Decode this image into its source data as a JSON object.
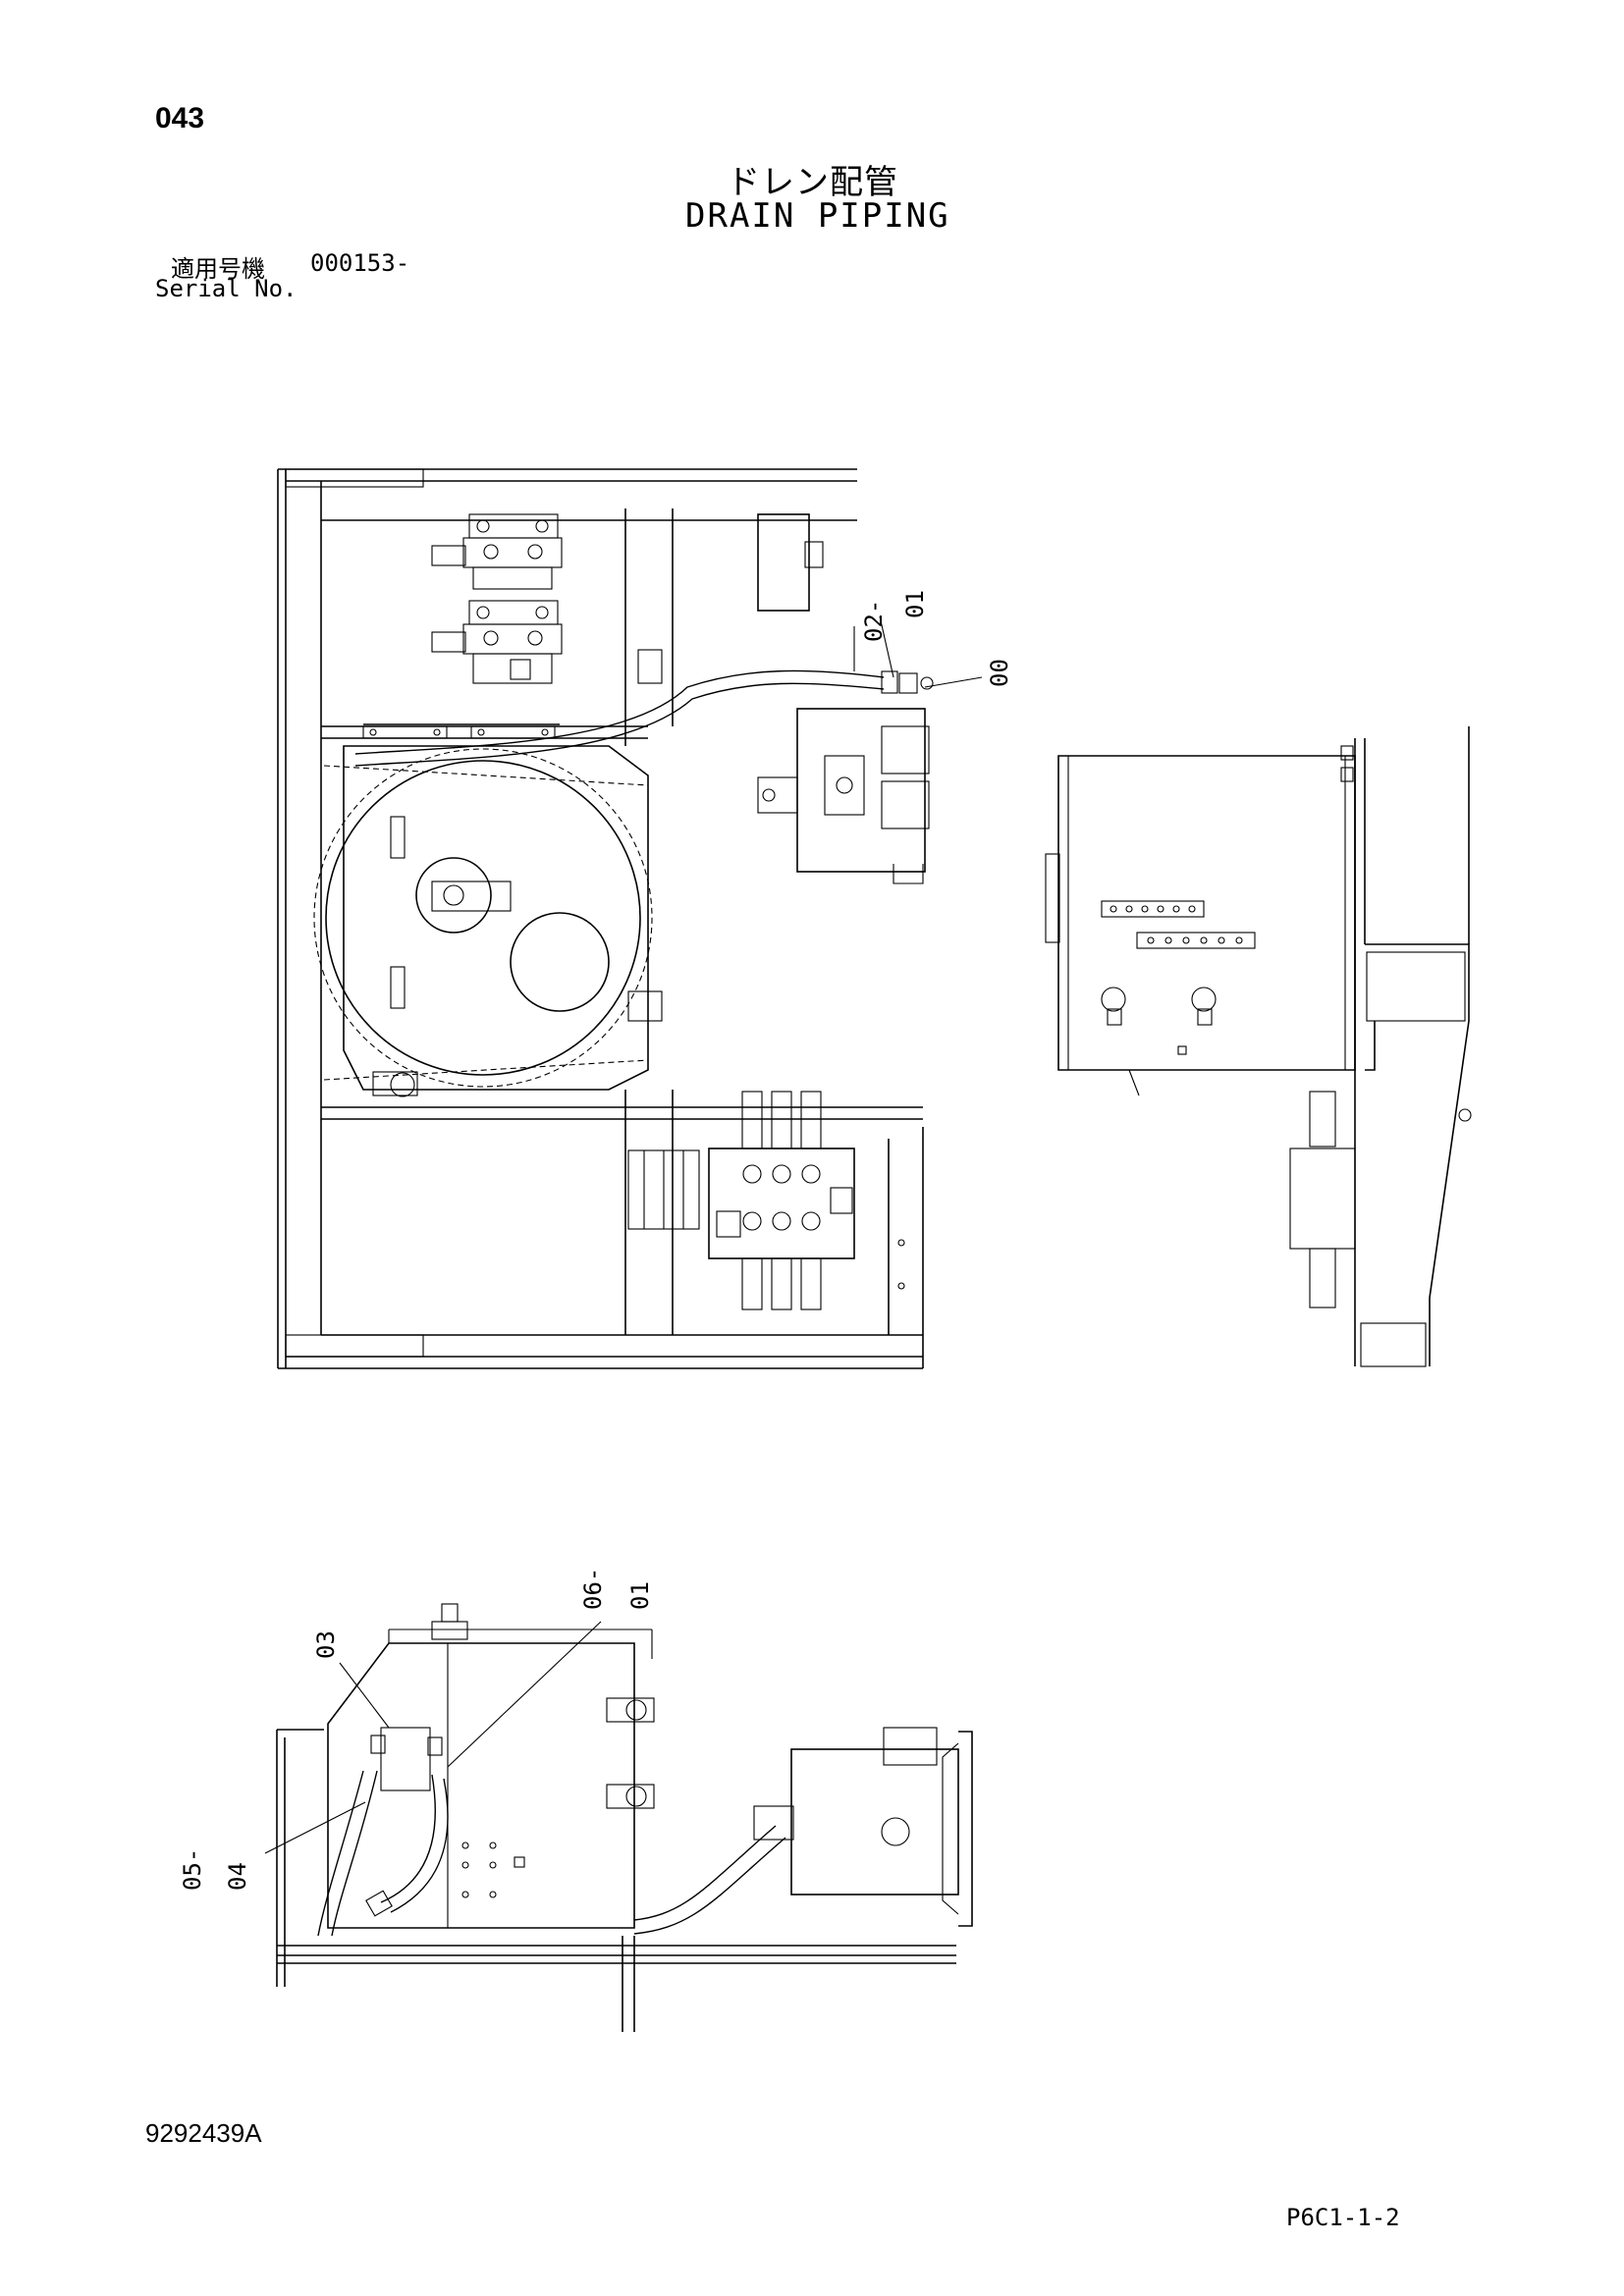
{
  "header": {
    "page_number": "043",
    "title_jp": "ドレン配管",
    "title_en": "DRAIN PIPING",
    "serial_label_jp": "適用号機",
    "serial_value": "000153-",
    "serial_label_en": "Serial No."
  },
  "callouts": {
    "top_left": "02-",
    "top_right": "01",
    "top_single": "00",
    "bottom_pair_a_left": "06-",
    "bottom_pair_a_right": "01",
    "bottom_single": "03",
    "bottom_pair_b_left": "05-",
    "bottom_pair_b_right": "04"
  },
  "footer": {
    "drawing_number": "9292439A",
    "page_code": "P6C1-1-2"
  }
}
